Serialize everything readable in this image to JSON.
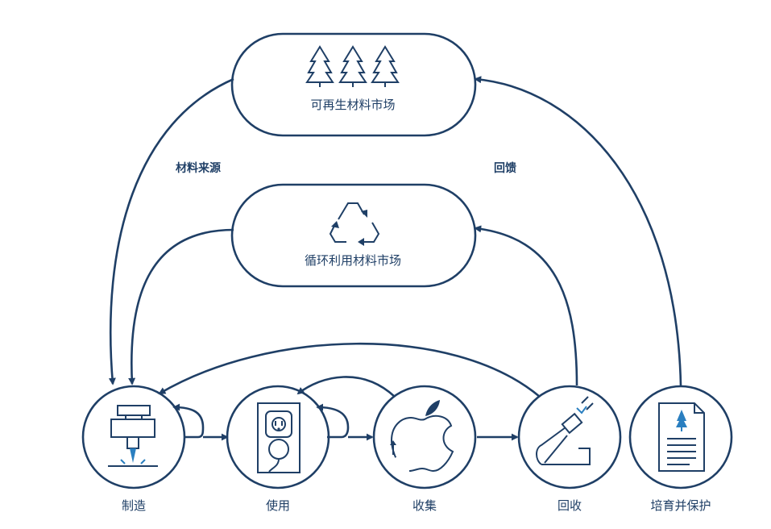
{
  "markets": {
    "renewable": {
      "label": "可再生材料市场",
      "icon": "tree-icon"
    },
    "recycled": {
      "label": "循环利用材料市场",
      "icon": "recycle-icon"
    }
  },
  "flows": {
    "source": "材料来源",
    "feedback": "回馈"
  },
  "nodes": [
    {
      "label": "制造",
      "icon": "drill-icon"
    },
    {
      "label": "使用",
      "icon": "outlet-icon"
    },
    {
      "label": "收集",
      "icon": "apple-icon"
    },
    {
      "label": "回收",
      "icon": "unplug-icon"
    },
    {
      "label": "培育并保护",
      "icon": "document-tree-icon"
    }
  ],
  "colors": {
    "stroke": "#1f3f66",
    "accent": "#2a7fc0"
  }
}
